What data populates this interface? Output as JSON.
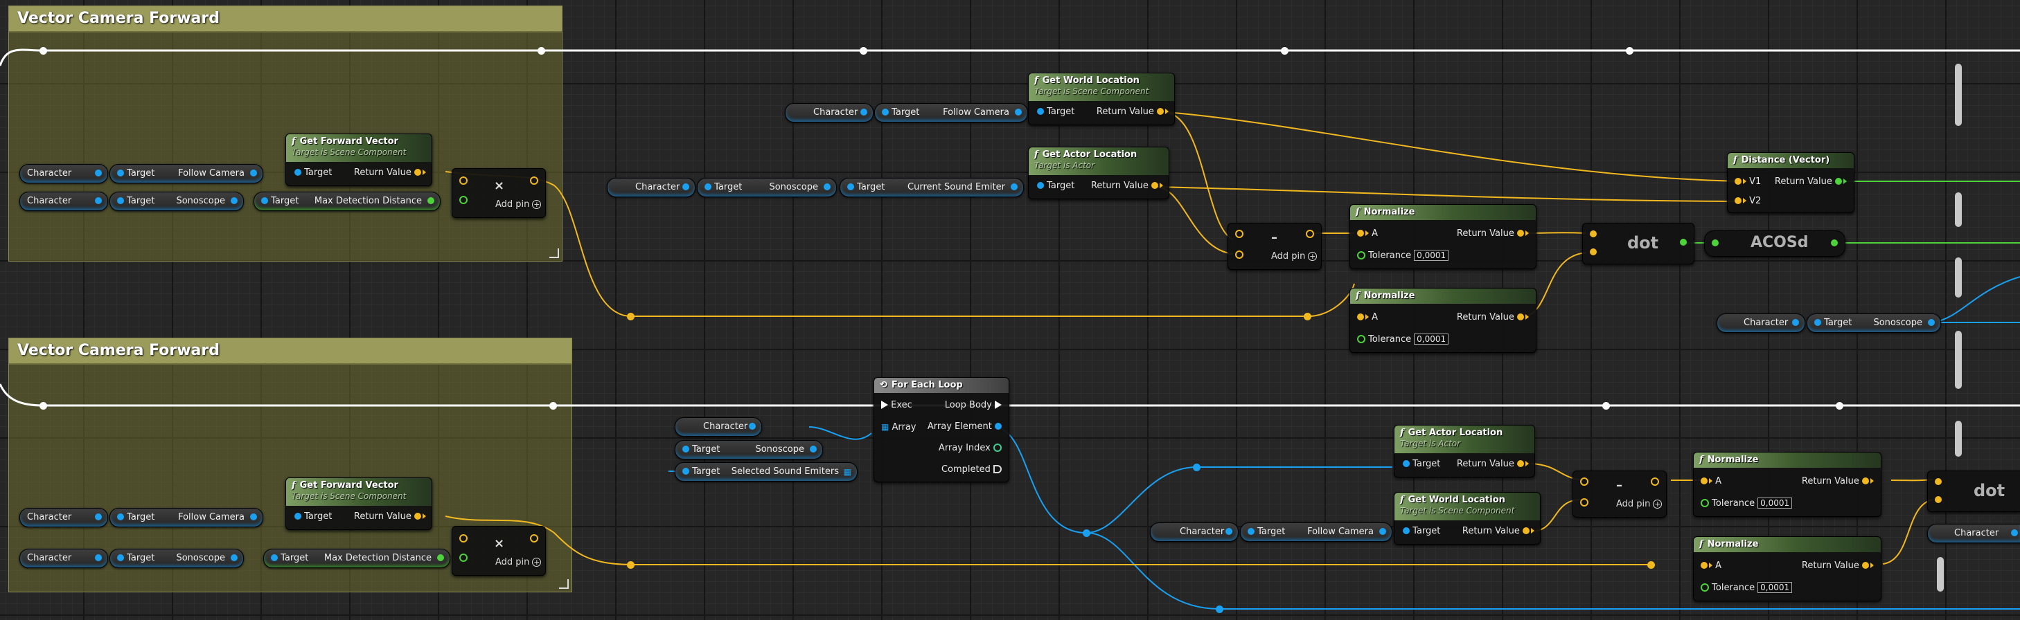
{
  "comments": {
    "top_title": "Vector Camera Forward",
    "bottom_title": "Vector Camera Forward"
  },
  "labels": {
    "character": "Character",
    "target": "Target",
    "follow_camera": "Follow Camera",
    "sonoscope": "Sonoscope",
    "max_detection_distance": "Max Detection Distance",
    "current_sound_emiter": "Current Sound Emiter",
    "selected_sound_emiters": "Selected Sound Emiters",
    "return_value": "Return Value",
    "a": "A",
    "tolerance": "Tolerance",
    "tolerance_value": "0,0001",
    "v1": "V1",
    "v2": "V2",
    "add_pin": "Add pin",
    "x_mark": "×",
    "minus_mark": "–",
    "exec": "Exec",
    "array": "Array",
    "loop_body": "Loop Body",
    "array_element": "Array Element",
    "array_index": "Array Index",
    "completed": "Completed",
    "dot": "dot",
    "acosd": "ACOSd"
  },
  "functions": {
    "get_forward_vector": "Get Forward Vector",
    "get_world_location": "Get World Location",
    "get_actor_location": "Get Actor Location",
    "normalize": "Normalize",
    "distance_vector": "Distance (Vector)",
    "for_each_loop": "For Each Loop",
    "target_is_scene_component": "Target is Scene Component",
    "target_is_actor": "Target is Actor"
  },
  "colors": {
    "exec_wire": "#ffffff",
    "object_pin": "#1aa0f0",
    "vector_pin": "#f2b81f",
    "float_pin": "#4cd43a",
    "function_header": "#7fa064",
    "comment_title": "#9b9b5c"
  }
}
